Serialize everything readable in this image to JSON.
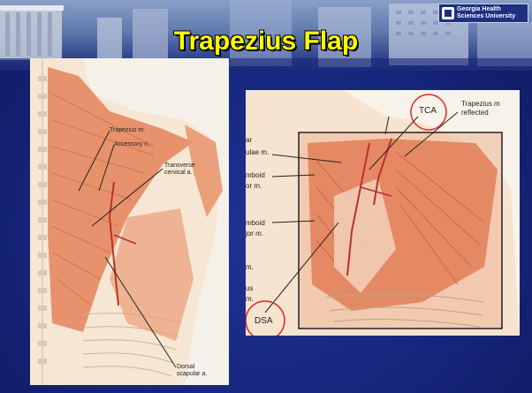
{
  "slide": {
    "title": "Trapezius Flap",
    "logo_line1": "Georgia Health",
    "logo_line2": "Sciences University"
  },
  "left_figure": {
    "labels": {
      "trapezius": "Trapezius m.",
      "accessory": "Accessory n.",
      "transverse_1": "Transverse",
      "transverse_2": "cervical a.",
      "dorsal_1": "Dorsal",
      "dorsal_2": "scapular a."
    }
  },
  "right_figure": {
    "labels": {
      "tca": "TCA",
      "trap_reflected_1": "Trapezius m",
      "trap_reflected_2": "reflected",
      "l1": "ar",
      "l2": "ulae m.",
      "l3": "mboid",
      "l4": "or m.",
      "l5": "mboid",
      "l6": "jor m.",
      "l7": "m.",
      "l8": "us",
      "l9": "m.",
      "dsa": "DSA"
    }
  },
  "colors": {
    "background": "#16247a",
    "title": "#ffff00",
    "muscle": "#e8805a",
    "vessel": "#b8322a",
    "circle": "#e0262a"
  }
}
